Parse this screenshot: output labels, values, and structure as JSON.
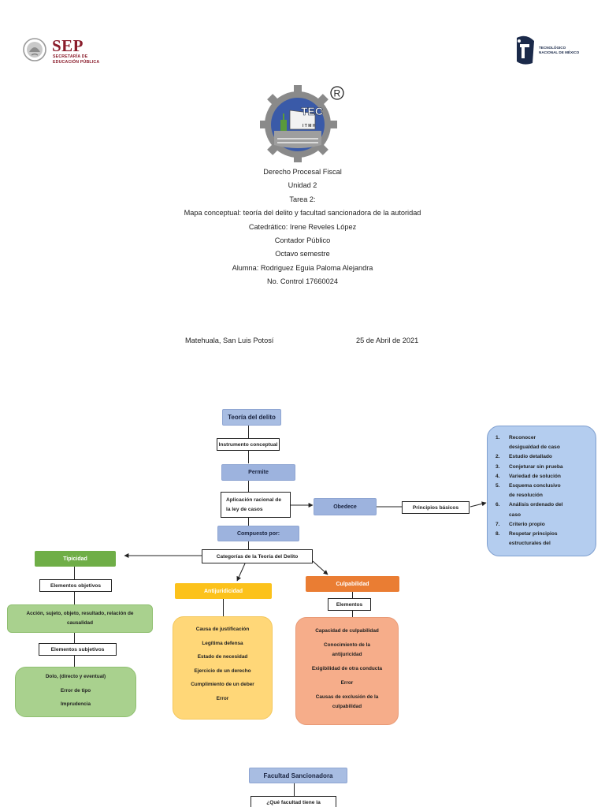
{
  "header": {
    "sep": {
      "word": "SEP",
      "sub_line1": "SECRETARÍA DE",
      "sub_line2": "EDUCACIÓN PÚBLICA"
    },
    "tecnm": {
      "line1": "TECNOLÓGICO",
      "line2": "NACIONAL DE MÉXICO"
    },
    "emblem": {
      "tec": "TEC",
      "itmh": "I T M H",
      "registered": "®"
    }
  },
  "cover": {
    "lines": [
      "Derecho Procesal Fiscal",
      "Unidad 2",
      "Tarea 2:",
      "Mapa conceptual: teoría del delito y facultad sancionadora de la autoridad",
      "Catedrático: Irene Reveles López",
      "Contador Público",
      "Octavo semestre",
      "Alumna: Rodriguez Eguia Paloma Alejandra",
      "No. Control 17660024"
    ],
    "place": "Matehuala, San Luis Potosí",
    "date": "25 de Abril de 2021"
  },
  "map": {
    "root": "Teoría del delito",
    "instrumento": "Instrumento conceptual",
    "permite": "Permite",
    "aplicacion_line1": "Aplicación racional de",
    "aplicacion_line2": "la ley de casos",
    "obedece": "Obedece",
    "principios": "Principios básicos",
    "principios_list": [
      "Reconocer",
      "desigualdad de caso",
      "Estudio detallado",
      "Conjeturar sin prueba",
      "Variedad de solución",
      "Esquema conclusivo",
      "de resolución",
      "Análisis ordenado del",
      "caso",
      "Criterio propio",
      "Respetar principios",
      "estructurales del"
    ],
    "principios_nums": [
      "1.",
      "",
      "2.",
      "3.",
      "4.",
      "5.",
      "",
      "6.",
      "",
      "7.",
      "8.",
      ""
    ],
    "compuesto": "Compuesto por:",
    "categorias": "Categorías de la Teoría del Delito",
    "tipicidad": "Tipicidad",
    "elementos_objetivos": "Elementos objetivos",
    "accion_line1": "Acción, sujeto, objeto, resultado, relación de",
    "accion_line2": "causalidad",
    "elementos_subjetivos": "Elementos subjetivos",
    "subjetivos_list": [
      "Dolo, (directo y eventual)",
      "Error de tipo",
      "Imprudencia"
    ],
    "antijuridicidad": "Antijuridicidad",
    "antijuridicidad_list": [
      "Causa de justificación",
      "Legítima defensa",
      "Estado de necesidad",
      "Ejercicio de un derecho",
      "Cumplimiento de un deber",
      "Error"
    ],
    "culpabilidad": "Culpabilidad",
    "elementos": "Elementos",
    "culpabilidad_list": [
      "Capacidad de culpabilidad",
      "Conocimiento de la",
      "antijuricidad",
      "Exigibilidad de otra conducta",
      "Error",
      "Causas de exclusión de la",
      "culpabilidad"
    ],
    "facultad": "Facultad Sancionadora",
    "que_facultad": "¿Qué facultad tiene la"
  },
  "colors": {
    "sep_red": "#8a1c2b",
    "blue_box": "#9db3de",
    "green_head": "#6fae47",
    "yellow_head": "#fcc21b",
    "orange_head": "#ea7d33"
  }
}
